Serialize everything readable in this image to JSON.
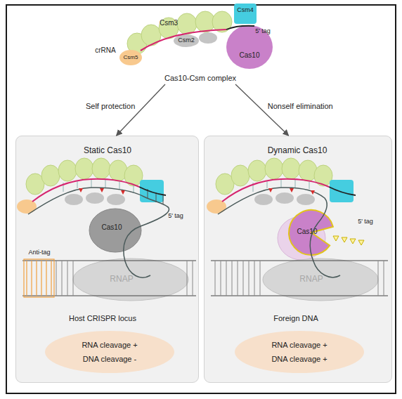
{
  "diagram": {
    "nodes": [
      {
        "text": [
          "Cas10-Csm complex"
        ]
      },
      {
        "text": [
          "Csm3"
        ],
        "in": 0
      },
      {
        "text": [
          "Csm4"
        ],
        "in": 0
      },
      {
        "text": [
          "Csm2"
        ],
        "in": 0
      },
      {
        "text": [
          "Cas10"
        ],
        "in": 0
      },
      {
        "text": [
          "Csm5"
        ],
        "in": 0
      },
      {
        "text": [
          "Static Cas10",
          "Host CRISPR locus"
        ]
      },
      {
        "text": [
          "Cas10"
        ],
        "in": 6
      },
      {
        "text": [
          "RNAP"
        ],
        "in": 6
      },
      {
        "text": [
          "RNA cleavage +",
          "DNA cleavage -"
        ],
        "in": 6
      },
      {
        "text": [
          "Dynamic Cas10",
          "Foreign DNA"
        ]
      },
      {
        "text": [
          "Cas10"
        ],
        "in": 10
      },
      {
        "text": [
          "RNAP"
        ],
        "in": 10
      },
      {
        "text": [
          "RNA cleavage +",
          "DNA cleavage +"
        ],
        "in": 10
      }
    ],
    "edges": [
      {
        "from": 0,
        "to": 6,
        "arrow": "to",
        "label": "Self protection"
      },
      {
        "from": 0,
        "to": 10,
        "arrow": "to",
        "label": "Nonself elimination"
      }
    ],
    "labels": [
      "crRNA",
      "5' tag",
      "5' tag",
      "Anti-tag",
      "5' tag"
    ]
  }
}
